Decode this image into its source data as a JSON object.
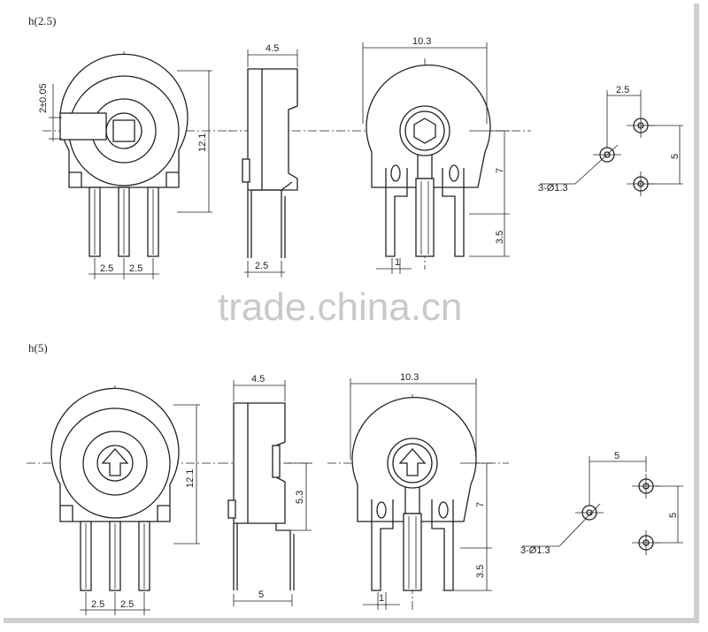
{
  "sections": [
    {
      "header": "h(2.5)",
      "front": {
        "d1": "2±0.05",
        "d2": "12.1",
        "d3": "2.5",
        "d4": "2.5"
      },
      "side": {
        "d1": "4.5",
        "d2": "2.5"
      },
      "rear": {
        "d1": "10.3",
        "d2": "7",
        "d3": "3.5",
        "d4": "1"
      },
      "pcb": {
        "d1": "2.5",
        "d2": "5",
        "d3": "3-Ø1.3"
      }
    },
    {
      "header": "h(5)",
      "front": {
        "d2": "12.1",
        "d3": "2.5",
        "d4": "2.5"
      },
      "side": {
        "d1": "4.5",
        "d2": "5.3",
        "d3": "5"
      },
      "rear": {
        "d1": "10.3",
        "d2": "7",
        "d3": "3.5",
        "d4": "1"
      },
      "pcb": {
        "d1": "5",
        "d2": "5",
        "d3": "3-Ø1.3"
      }
    }
  ],
  "watermark": "trade.china.cn"
}
